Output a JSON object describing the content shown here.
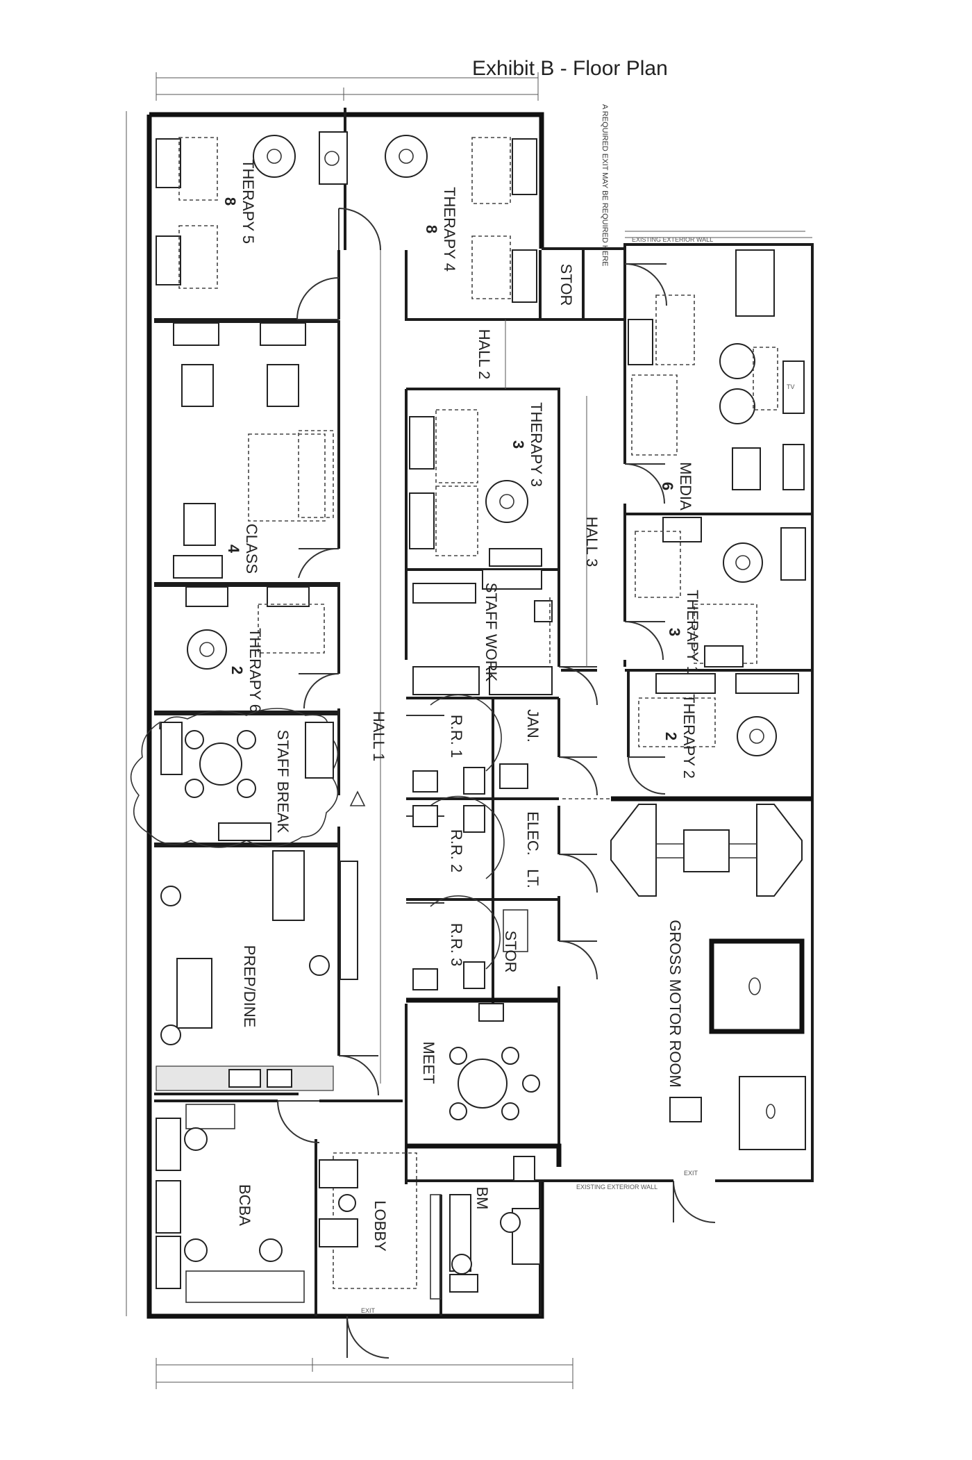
{
  "title": "Exhibit B - Floor Plan",
  "note": "A REQUIRED EXIT MAY BE REQUIRED HERE",
  "rooms": {
    "therapy5": {
      "label": "THERAPY 5",
      "num": "8"
    },
    "therapy4": {
      "label": "THERAPY 4",
      "num": "8"
    },
    "stor_top": {
      "label": "STOR"
    },
    "hall2": {
      "label": "HALL 2"
    },
    "therapy3": {
      "label": "THERAPY 3",
      "num": "3"
    },
    "media": {
      "label": "MEDIA",
      "num": "6"
    },
    "hall3": {
      "label": "HALL 3"
    },
    "class": {
      "label": "CLASS",
      "num": "4"
    },
    "therapy6": {
      "label": "THERAPY 6",
      "num": "2"
    },
    "staff_work": {
      "label": "STAFF WORK"
    },
    "therapy1": {
      "label": "THERAPY 1",
      "num": "3"
    },
    "therapy2": {
      "label": "THERAPY 2",
      "num": "2"
    },
    "hall1": {
      "label": "HALL 1"
    },
    "jan": {
      "label": "JAN."
    },
    "rr1": {
      "label": "R.R. 1"
    },
    "staff_break": {
      "label": "STAFF BREAK"
    },
    "elec": {
      "label": "ELEC."
    },
    "lt": {
      "label": "LT."
    },
    "rr2": {
      "label": "R.R. 2"
    },
    "rr3": {
      "label": "R.R. 3"
    },
    "stor_mid": {
      "label": "STOR"
    },
    "gross_motor": {
      "label": "GROSS MOTOR ROOM"
    },
    "prep_dine": {
      "label": "PREP/DINE"
    },
    "meet": {
      "label": "MEET"
    },
    "bcba": {
      "label": "BCBA"
    },
    "lobby": {
      "label": "LOBBY"
    },
    "bm": {
      "label": "BM"
    }
  },
  "fixtures": {
    "tv": "TV",
    "exit_top": "EXISTING EXTERIOR WALL",
    "exit_bottom": "EXISTING EXTERIOR WALL",
    "exit_tag": "EXIT"
  }
}
